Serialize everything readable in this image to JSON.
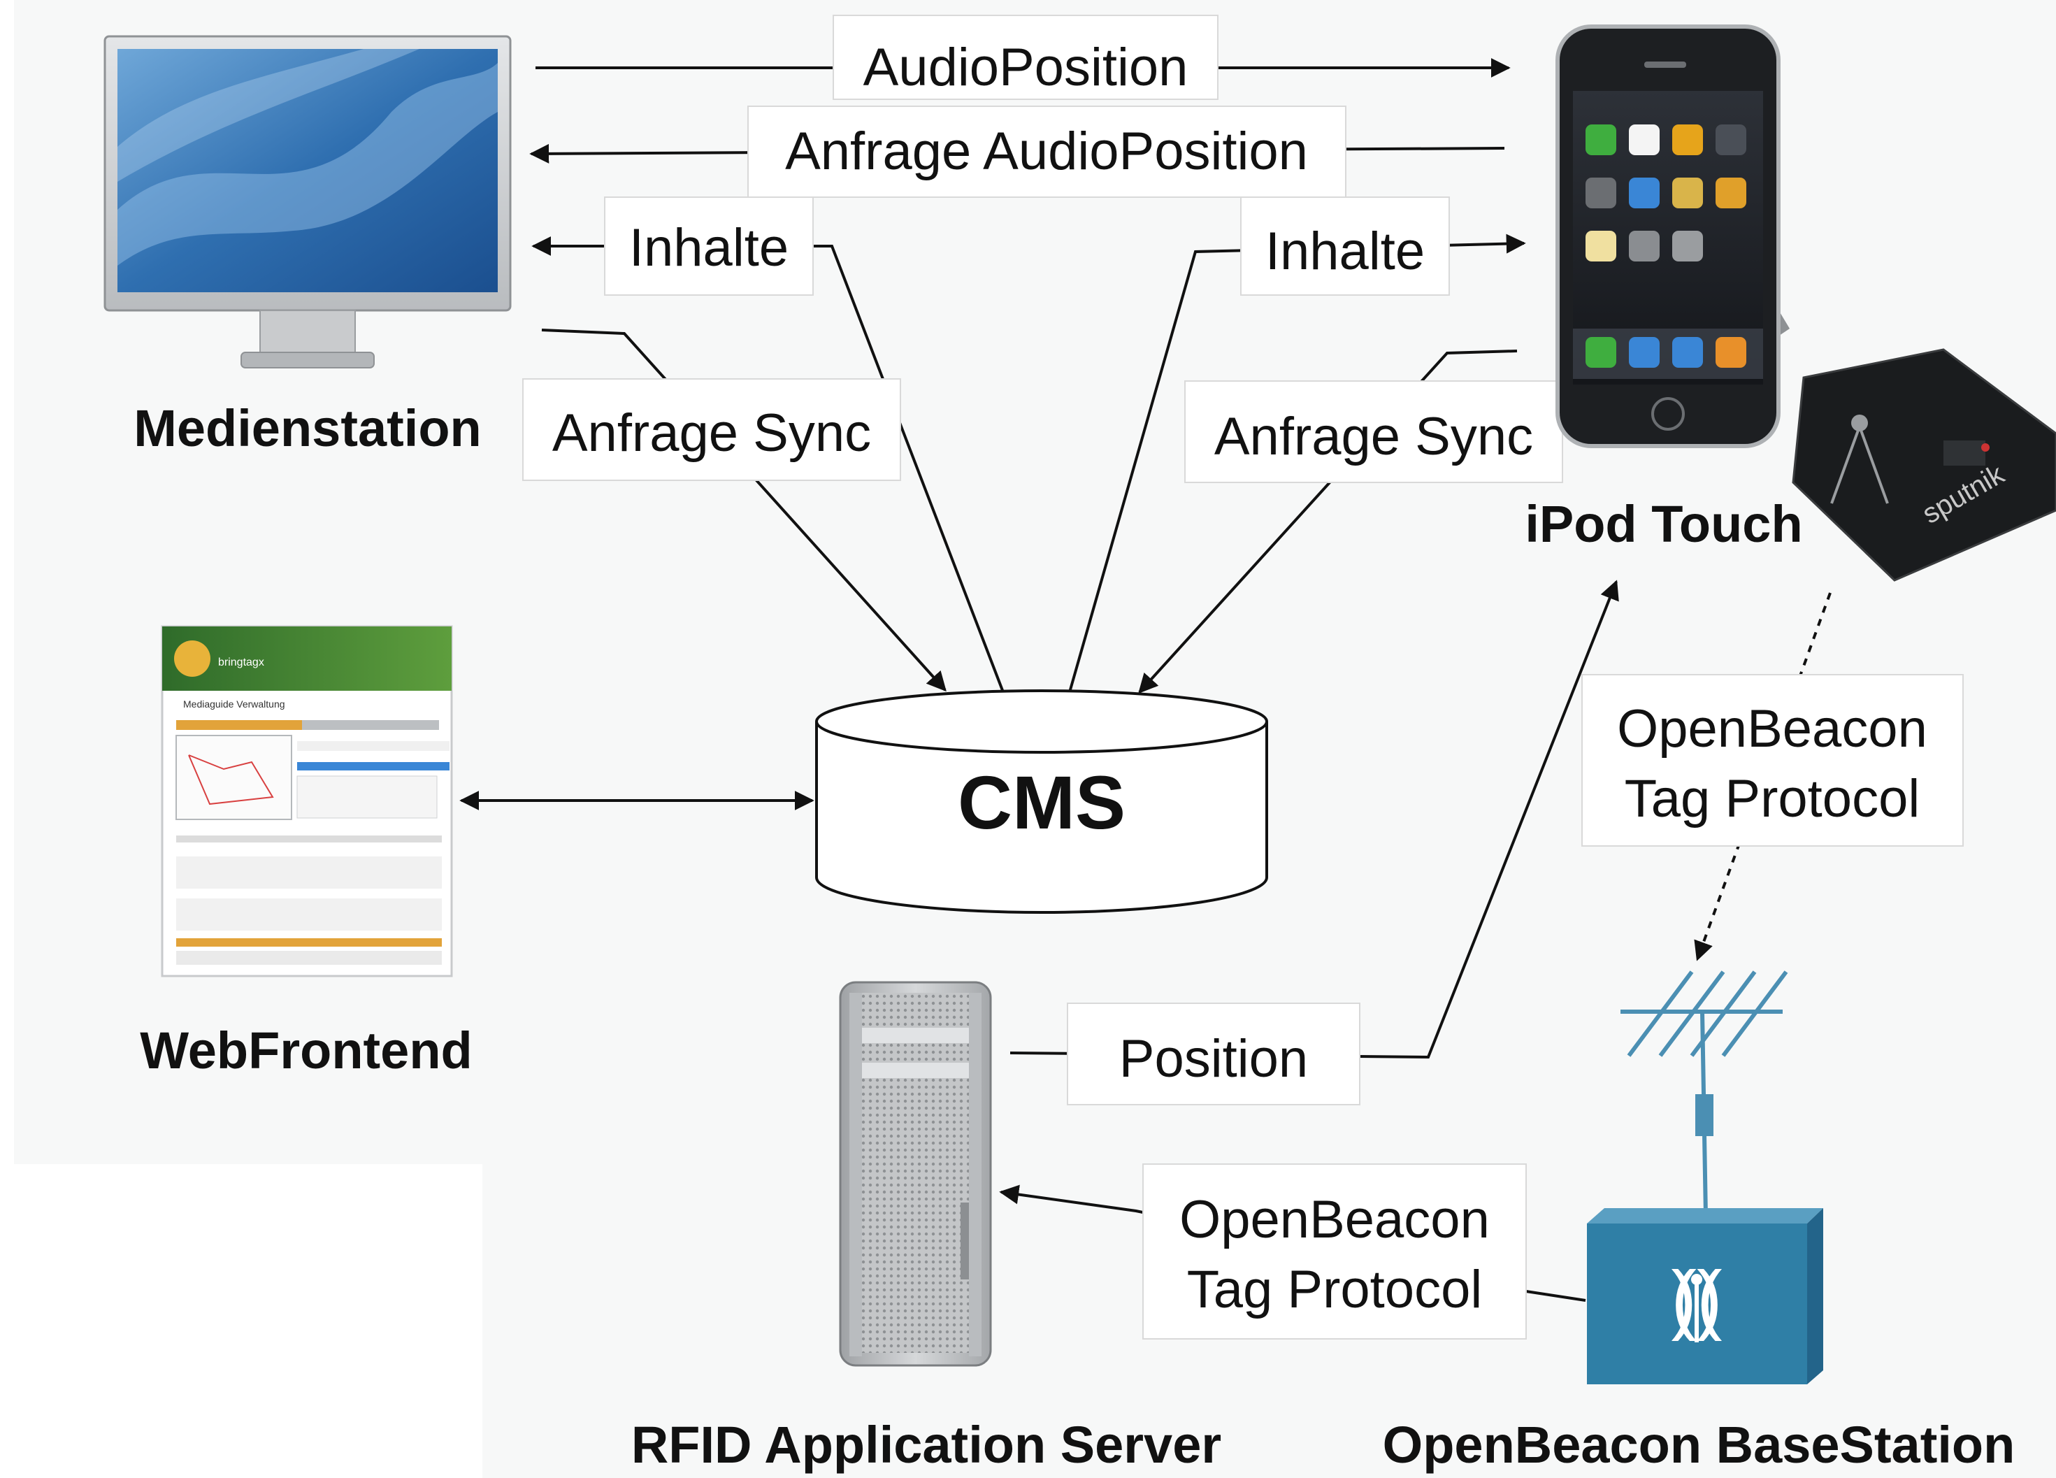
{
  "nodes": {
    "medienstation": "Medienstation",
    "ipod": "iPod Touch",
    "webfrontend": "WebFrontend",
    "cms": "CMS",
    "rfid_server": "RFID Application Server",
    "basestation": "OpenBeacon BaseStation"
  },
  "edges": {
    "audio_position": "AudioPosition",
    "anfrage_audio_position": "Anfrage AudioPosition",
    "inhalte_left": "Inhalte",
    "inhalte_right": "Inhalte",
    "anfrage_sync_left": "Anfrage Sync",
    "anfrage_sync_right": "Anfrage Sync",
    "position": "Position",
    "tag_protocol_upper": [
      "OpenBeacon",
      "Tag Protocol"
    ],
    "tag_protocol_lower": [
      "OpenBeacon",
      "Tag Protocol"
    ]
  },
  "images": {
    "ipod_badge": "sputnik",
    "webfrontend_app": "bringtagx",
    "webfrontend_heading": "Mediaguide Verwaltung"
  },
  "colors": {
    "background_panel": "#f7f8f8",
    "basestation_blue": "#2f7fa6",
    "antenna_blue": "#4b8fb3"
  }
}
